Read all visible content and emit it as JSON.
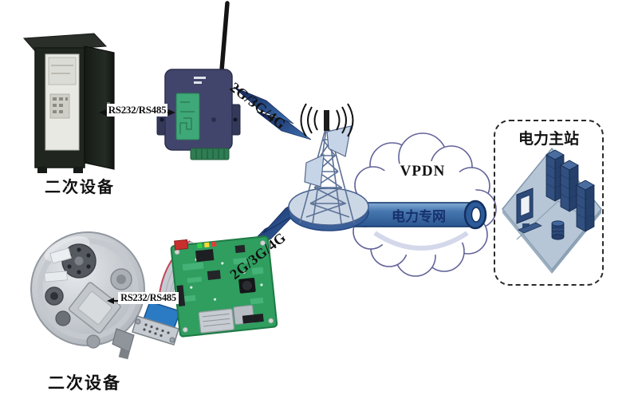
{
  "diagram": {
    "title_context": "wireless power telemetry network diagram",
    "field_site_top": {
      "device_label": "二次设备",
      "serial_link_label": "RS232/RS485",
      "wireless_label": "2G/3G/4G"
    },
    "field_site_bottom": {
      "device_label": "二次设备",
      "serial_link_label": "RS232/RS485",
      "wireless_label": "2G/3G/4G"
    },
    "network": {
      "cloud_label": "VPDN",
      "tunnel_label": "电力专网"
    },
    "master_station": {
      "title": "电力主站"
    },
    "colors": {
      "background": "#ffffff",
      "bolt_blue_dark": "#101f52",
      "bolt_blue_light": "#3f76b8",
      "pipe_blue": "#3a6aa6",
      "pipe_text_navy": "#16306b",
      "dtu_navy": "#41456b",
      "dtu_label_green": "#3fa878",
      "pcb_green": "#2f9e5f",
      "tower_slate": "#5d7296",
      "disc_blue": "#3a5f99",
      "cloud_outline": "#63639a",
      "platform_blue": "#b6c6d6",
      "building_navy": "#2c4a7a",
      "meter_grey": "#b4bac0",
      "dashed_border": "#2a2a2a"
    }
  }
}
